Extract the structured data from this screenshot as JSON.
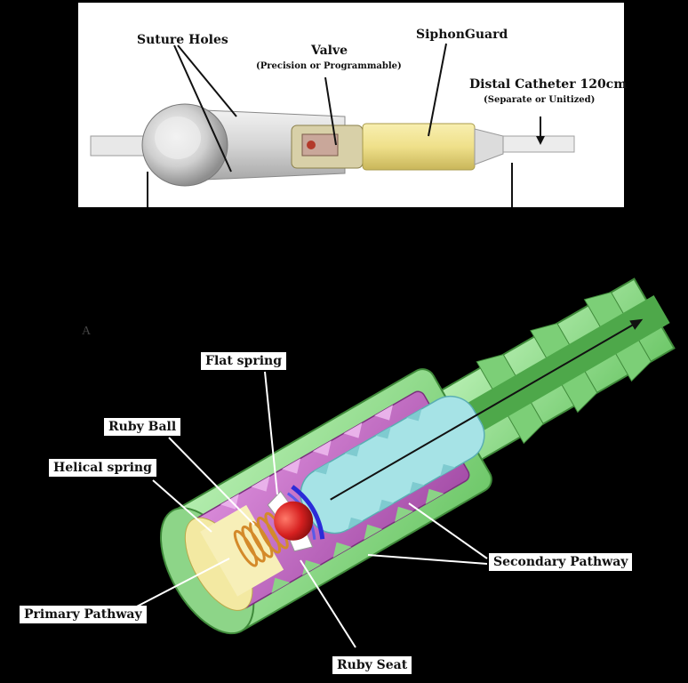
{
  "top_panel": {
    "labels": {
      "suture_holes": "Suture Holes",
      "valve": "Valve",
      "valve_sub": "(Precision or Programmable)",
      "siphonguard": "SiphonGuard",
      "distal_catheter": "Distal Catheter 120cm",
      "distal_catheter_sub": "(Separate or Unitized)"
    }
  },
  "bottom_panel": {
    "panel_letter": "A",
    "labels": {
      "flat_spring": "Flat spring",
      "ruby_ball": "Ruby Ball",
      "helical_spring": "Helical spring",
      "primary_pathway": "Primary Pathway",
      "secondary_pathway": "Secondary Pathway",
      "ruby_seat": "Ruby Seat"
    }
  },
  "colors": {
    "outer_shell": "#8fd98a",
    "inner_chamber": "#c36bc6",
    "core_cyan": "#a6e3e6",
    "ruby": "#d82222",
    "seat_yellow": "#f3e9a2",
    "siphon_yellow": "#f2e58a"
  }
}
